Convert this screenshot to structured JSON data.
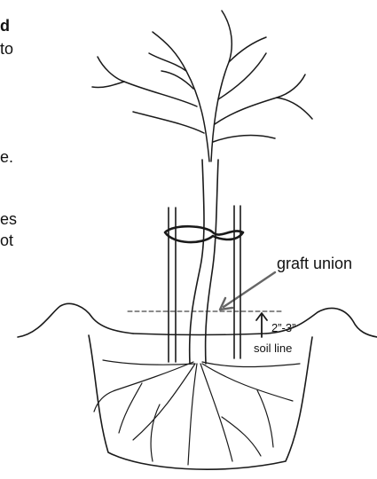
{
  "text_fragments": [
    "d",
    "to",
    "e.",
    "es",
    "ot"
  ],
  "labels": {
    "graft_union": "graft union",
    "planting_depth": "2”-3”",
    "soil_line": "soil line"
  }
}
